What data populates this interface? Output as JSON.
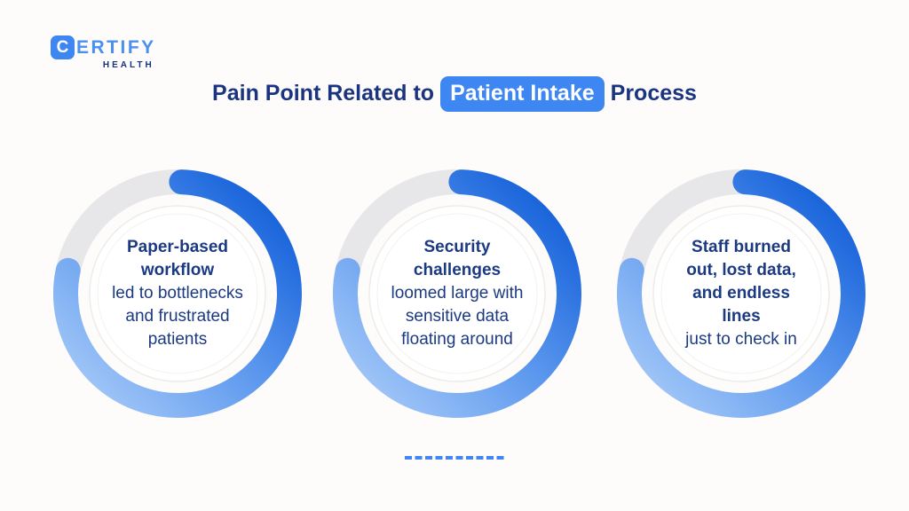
{
  "logo": {
    "badge_letter": "C",
    "name_rest": "ERTIFY",
    "subtitle": "HEALTH"
  },
  "title": {
    "prefix": "Pain Point Related to",
    "highlight": "Patient Intake",
    "suffix": "Process"
  },
  "rings": [
    {
      "emphasis": "Paper-based\nworkflow",
      "detail": "led to bottlenecks\nand frustrated\npatients"
    },
    {
      "emphasis": "Security\nchallenges",
      "detail": "loomed large with\nsensitive data\nfloating around"
    },
    {
      "emphasis": "Staff burned\nout, lost data,\nand endless\nlines",
      "detail": "just to check in"
    }
  ],
  "theme": {
    "accent_blue": "#3e86f1",
    "navy": "#1c3a82",
    "title_navy": "#1b3480",
    "logo_blue": "#4a90f0",
    "track_gray": "#e7e7e9",
    "dash_blue": "#4285f4",
    "ring_gradient_dark": "#0857d6",
    "ring_gradient_mid": "#5b97ee",
    "ring_gradient_light": "#aecff9",
    "bg": "#fdfcfb"
  }
}
